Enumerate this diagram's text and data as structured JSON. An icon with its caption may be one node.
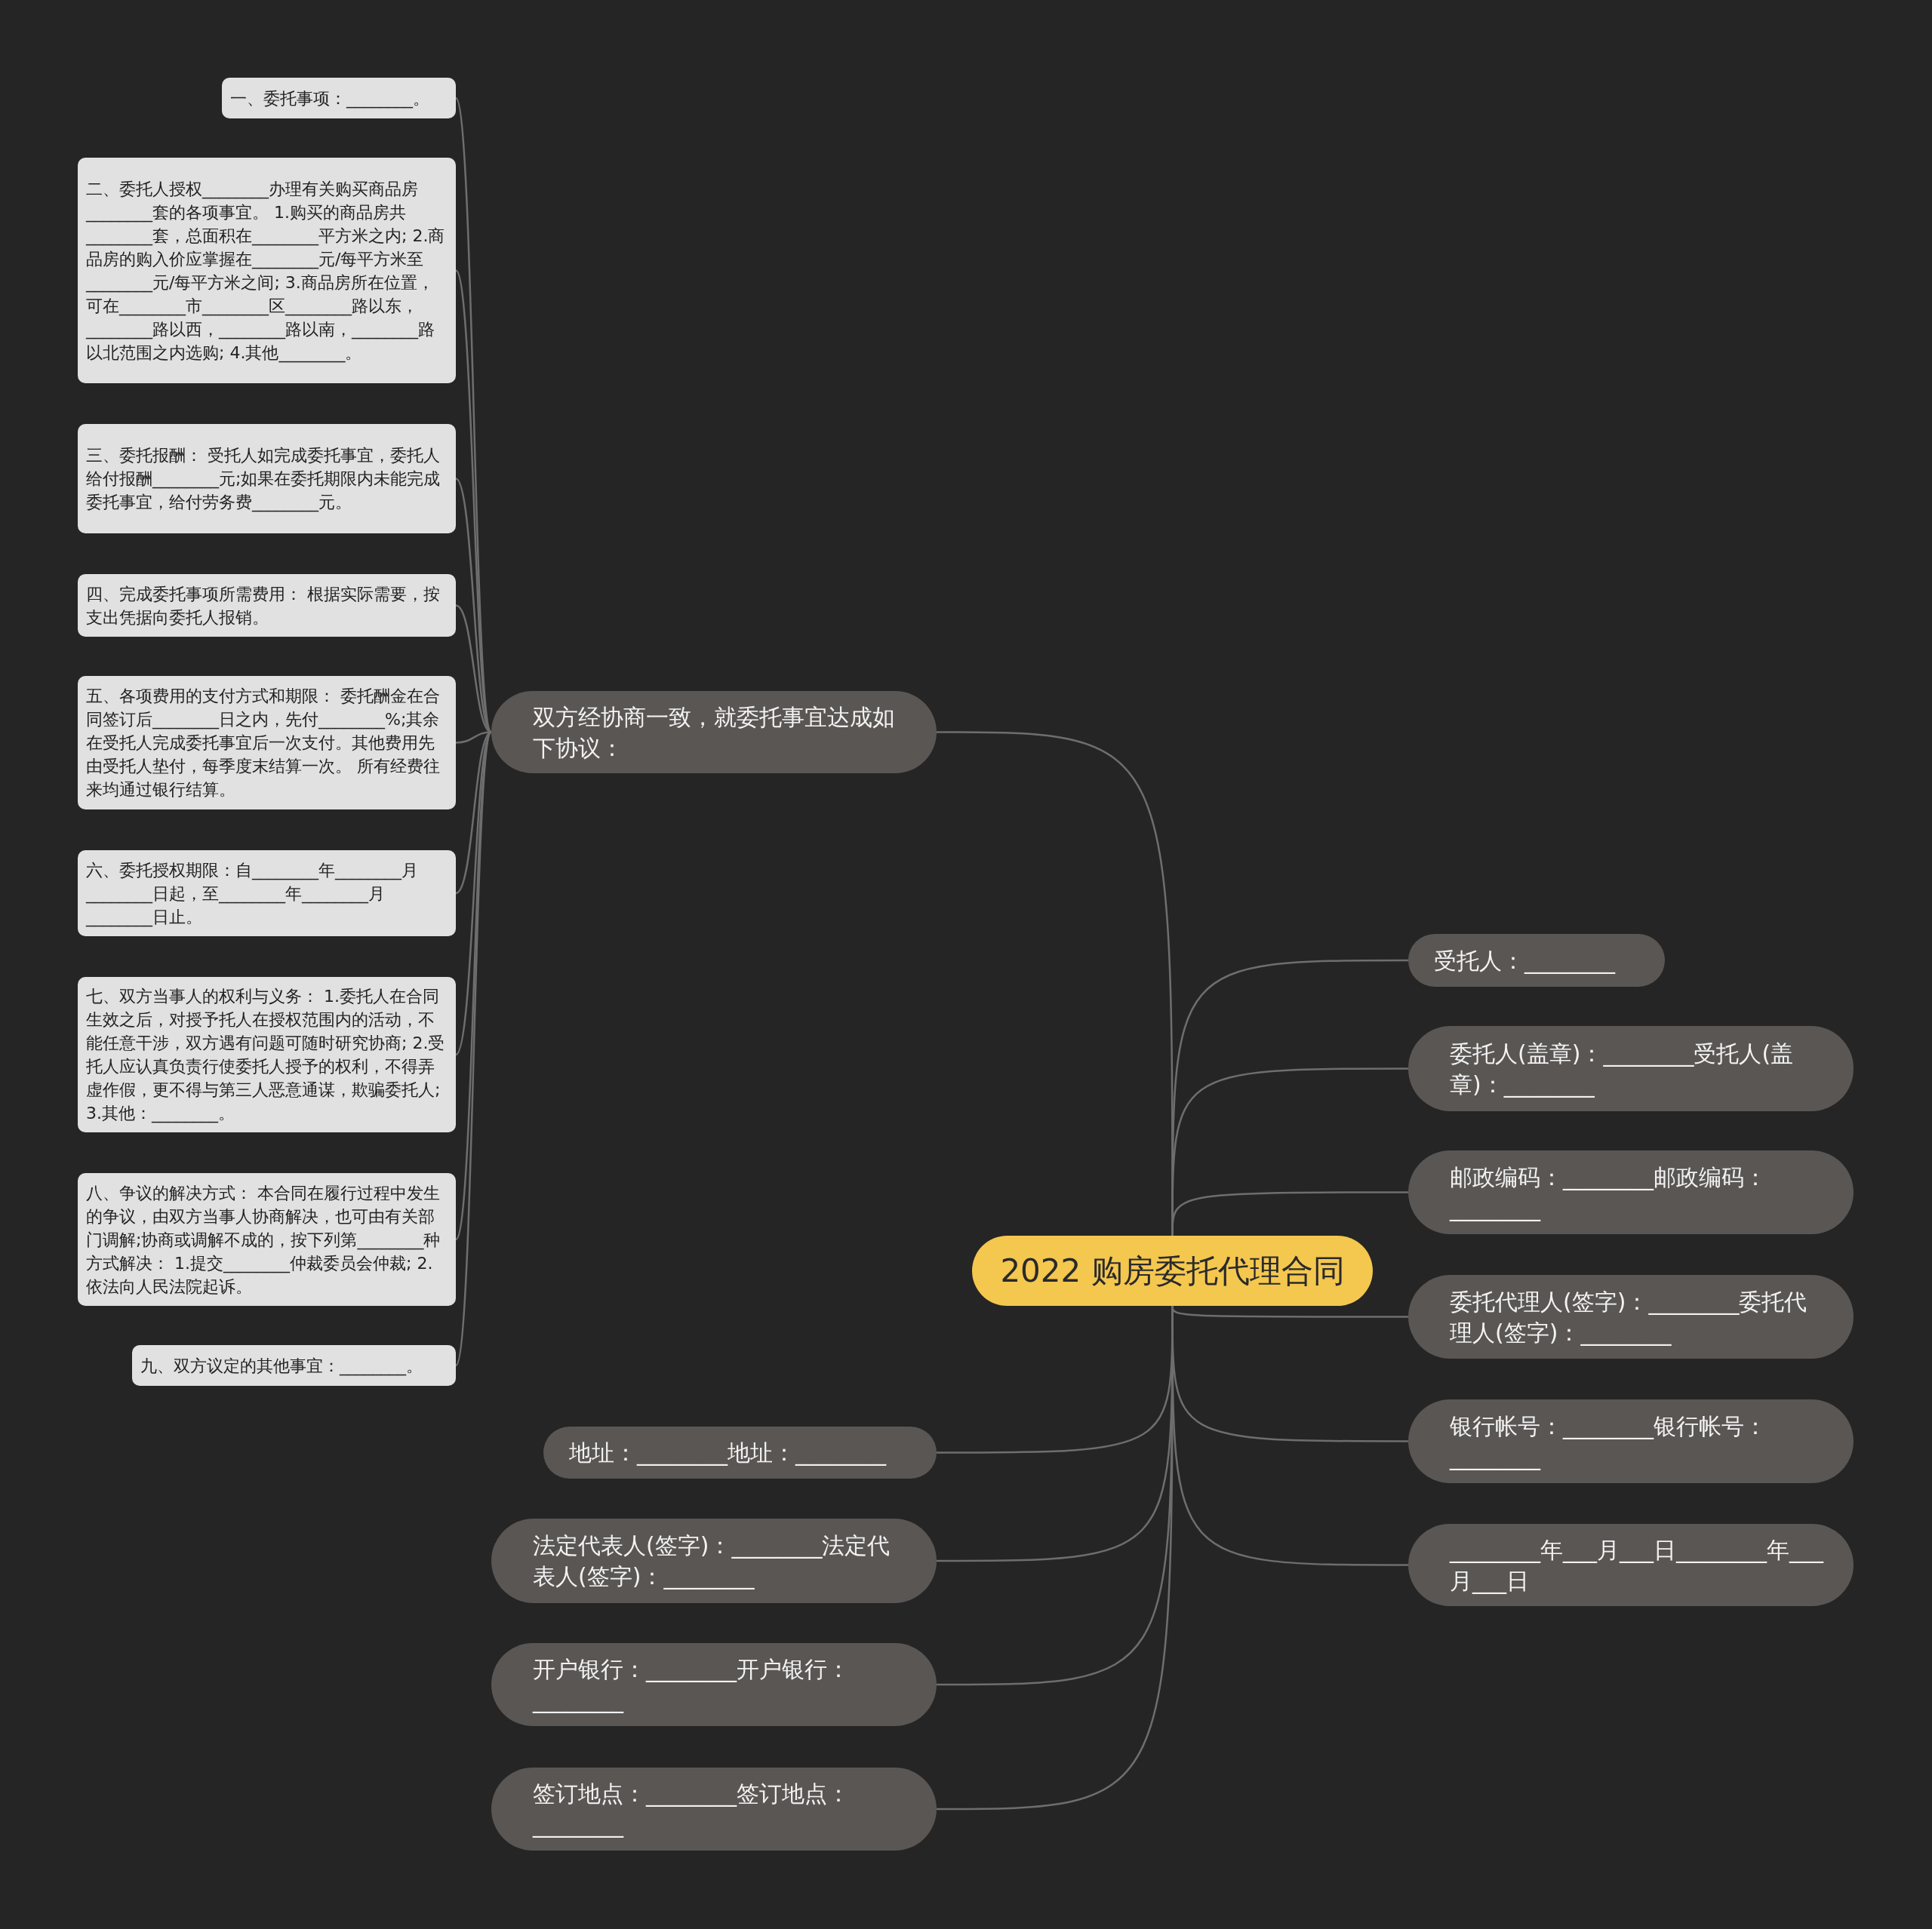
{
  "diagram": {
    "nodes": [
      {
        "text": [
          "2022 购房委托代理合同"
        ]
      },
      {
        "text": [
          "双方经协商一致，就委托事宜达成如下协议："
        ]
      },
      {
        "text": [
          "一、委托事项：________。"
        ]
      },
      {
        "text": [
          "二、委托人授权________办理有关购买商品房 ________套的各项事宜。 1.购买的商品房共________套，总面积在________平方米之内; 2.商品房的购入价应掌握在________元/每平方米至________元/每平方米之间; 3.商品房所在位置，可在________市________区________路以东，________路以西，________路以南，________路以北范围之内选购; 4.其他________。"
        ]
      },
      {
        "text": [
          "三、委托报酬： 受托人如完成委托事宜，委托人给付报酬________元;如果在委托期限内未能完成委托事宜，给付劳务费________元。"
        ]
      },
      {
        "text": [
          "四、完成委托事项所需费用： 根据实际需要，按支出凭据向委托人报销。"
        ]
      },
      {
        "text": [
          "五、各项费用的支付方式和期限： 委托酬金在合同签订后________日之内，先付________%;其余在受托人完成委托事宜后一次支付。其他费用先由受托人垫付，每季度末结算一次。 所有经费往来均通过银行结算。"
        ]
      },
      {
        "text": [
          "六、委托授权期限：自________年________月________日起，至________年________月________日止。"
        ]
      },
      {
        "text": [
          "七、双方当事人的权利与义务： 1.委托人在合同生效之后，对授予托人在授权范围内的活动，不能任意干涉，双方遇有问题可随时研究协商; 2.受托人应认真负责行使委托人授予的权利，不得弄虚作假，更不得与第三人恶意通谋，欺骗委托人; 3.其他：________。"
        ]
      },
      {
        "text": [
          "八、争议的解决方式： 本合同在履行过程中发生的争议，由双方当事人协商解决，也可由有关部门调解;协商或调解不成的，按下列第________种方式解决： 1.提交________仲裁委员会仲裁; 2.依法向人民法院起诉。"
        ]
      },
      {
        "text": [
          "九、双方议定的其他事宜：________。"
        ]
      },
      {
        "text": [
          "地址：________地址：________"
        ]
      },
      {
        "text": [
          "法定代表人(签字)：________法定代表人(签字)：________"
        ]
      },
      {
        "text": [
          "开户银行：________开户银行：________"
        ]
      },
      {
        "text": [
          "签订地点：________签订地点：________"
        ]
      },
      {
        "text": [
          "受托人：________"
        ]
      },
      {
        "text": [
          "委托人(盖章)：________受托人(盖章)：________"
        ]
      },
      {
        "text": [
          "邮政编码：________邮政编码：________"
        ]
      },
      {
        "text": [
          "委托代理人(签字)：________委托代理人(签字)：________"
        ]
      },
      {
        "text": [
          "银行帐号：________银行帐号：________"
        ]
      },
      {
        "text": [
          "________年___月___日________年___月___日"
        ]
      }
    ],
    "edges": [
      {
        "from": 0,
        "to": 1,
        "arrow": "none"
      },
      {
        "from": 1,
        "to": 2,
        "arrow": "none"
      },
      {
        "from": 1,
        "to": 3,
        "arrow": "none"
      },
      {
        "from": 1,
        "to": 4,
        "arrow": "none"
      },
      {
        "from": 1,
        "to": 5,
        "arrow": "none"
      },
      {
        "from": 1,
        "to": 6,
        "arrow": "none"
      },
      {
        "from": 1,
        "to": 7,
        "arrow": "none"
      },
      {
        "from": 1,
        "to": 8,
        "arrow": "none"
      },
      {
        "from": 1,
        "to": 9,
        "arrow": "none"
      },
      {
        "from": 1,
        "to": 10,
        "arrow": "none"
      },
      {
        "from": 0,
        "to": 11,
        "arrow": "none"
      },
      {
        "from": 0,
        "to": 12,
        "arrow": "none"
      },
      {
        "from": 0,
        "to": 13,
        "arrow": "none"
      },
      {
        "from": 0,
        "to": 14,
        "arrow": "none"
      },
      {
        "from": 0,
        "to": 15,
        "arrow": "none"
      },
      {
        "from": 0,
        "to": 16,
        "arrow": "none"
      },
      {
        "from": 0,
        "to": 17,
        "arrow": "none"
      },
      {
        "from": 0,
        "to": 18,
        "arrow": "none"
      },
      {
        "from": 0,
        "to": 19,
        "arrow": "none"
      },
      {
        "from": 0,
        "to": 20,
        "arrow": "none"
      }
    ]
  }
}
